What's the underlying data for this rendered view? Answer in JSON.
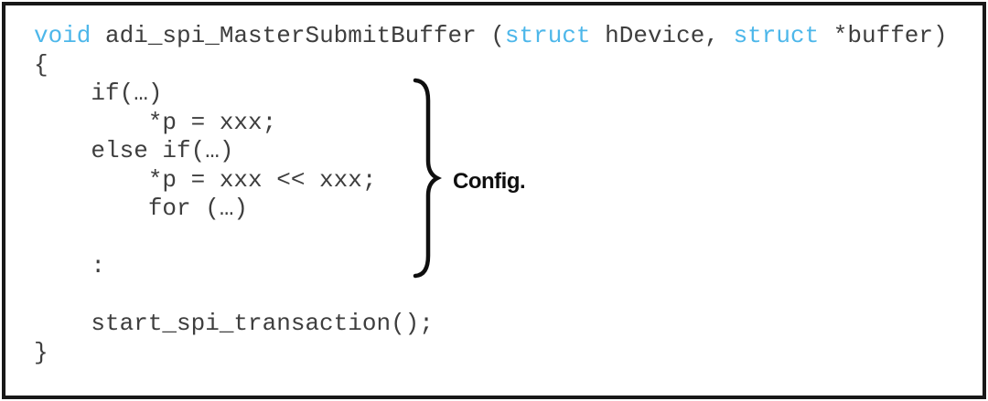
{
  "figure": {
    "type": "code-snippet-figure",
    "language_hint": "C"
  },
  "code": {
    "lines": [
      {
        "segments": [
          {
            "text": "void",
            "type": "keyword"
          },
          {
            "text": " adi_spi_MasterSubmitBuffer (",
            "type": "plain"
          },
          {
            "text": "struct",
            "type": "keyword"
          },
          {
            "text": " hDevice, ",
            "type": "plain"
          },
          {
            "text": "struct",
            "type": "keyword"
          },
          {
            "text": " *buffer)",
            "type": "plain"
          }
        ]
      },
      {
        "segments": [
          {
            "text": "{",
            "type": "plain"
          }
        ]
      },
      {
        "segments": [
          {
            "text": "    if(…)",
            "type": "plain"
          }
        ]
      },
      {
        "segments": [
          {
            "text": "        *p = xxx;",
            "type": "plain"
          }
        ]
      },
      {
        "segments": [
          {
            "text": "    else if(…)",
            "type": "plain"
          }
        ]
      },
      {
        "segments": [
          {
            "text": "        *p = xxx << xxx;",
            "type": "plain"
          }
        ]
      },
      {
        "segments": [
          {
            "text": "        for (…)",
            "type": "plain"
          }
        ]
      },
      {
        "segments": [
          {
            "text": "",
            "type": "plain"
          }
        ]
      },
      {
        "segments": [
          {
            "text": "    :",
            "type": "plain"
          }
        ]
      },
      {
        "segments": [
          {
            "text": "",
            "type": "plain"
          }
        ]
      },
      {
        "segments": [
          {
            "text": "    start_spi_transaction();",
            "type": "plain"
          }
        ]
      },
      {
        "segments": [
          {
            "text": "}",
            "type": "plain"
          }
        ]
      }
    ]
  },
  "annotation": {
    "label": "Config."
  },
  "colors": {
    "keyword": "#4db7ea",
    "code_text": "#3e3e3e",
    "annotation_text": "#0f0f0f",
    "border": "#181818",
    "background": "#ffffff"
  }
}
